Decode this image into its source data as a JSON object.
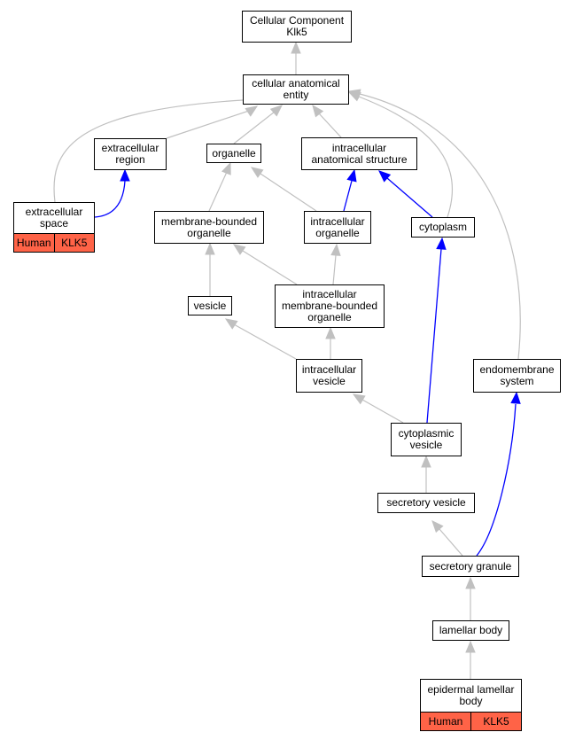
{
  "colors": {
    "highlight_edge": "#0000ff",
    "plain_edge": "#c0c0c0",
    "tag_fill": "#ff6347"
  },
  "nodes": {
    "root": "Cellular Component\nKlk5",
    "cae": "cellular anatomical\nentity",
    "extracellular_region": "extracellular\nregion",
    "organelle": "organelle",
    "ias": "intracellular\nanatomical structure",
    "extracellular_space": "extracellular\nspace",
    "membrane_bounded_organelle": "membrane-bounded\norganelle",
    "intracellular_organelle": "intracellular\norganelle",
    "cytoplasm": "cytoplasm",
    "vesicle": "vesicle",
    "imbo": "intracellular\nmembrane-bounded\norganelle",
    "intracellular_vesicle": "intracellular\nvesicle",
    "endomembrane_system": "endomembrane\nsystem",
    "cytoplasmic_vesicle": "cytoplasmic\nvesicle",
    "secretory_vesicle": "secretory vesicle",
    "secretory_granule": "secretory granule",
    "lamellar_body": "lamellar body",
    "epidermal_lamellar_body": "epidermal lamellar\nbody"
  },
  "annotations": {
    "extracellular_space": [
      "Human",
      "KLK5"
    ],
    "epidermal_lamellar_body": [
      "Human",
      "KLK5"
    ]
  }
}
